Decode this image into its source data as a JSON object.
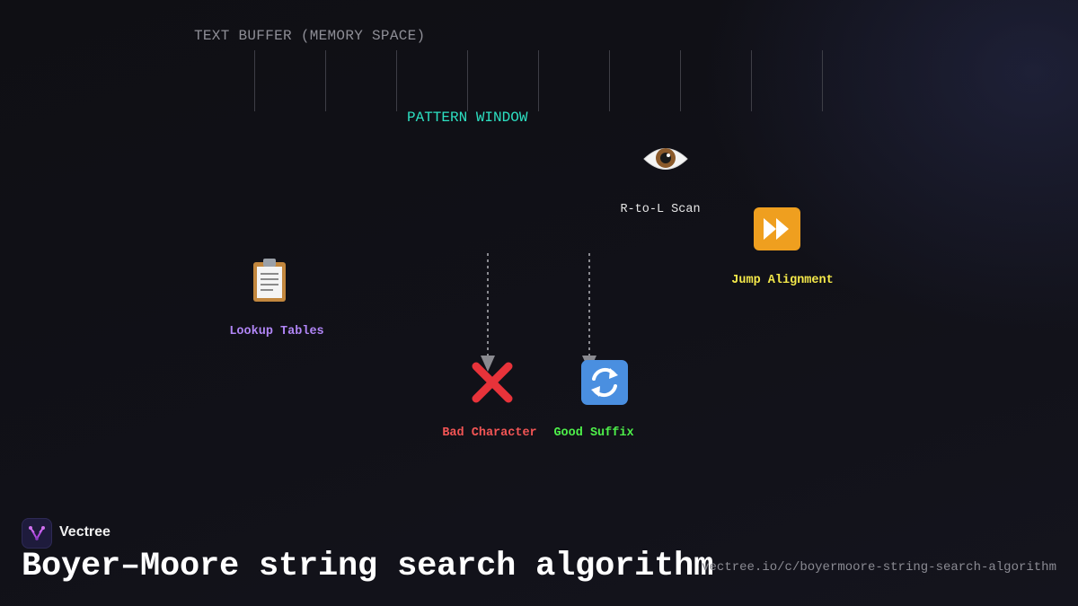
{
  "diagram": {
    "buffer_label": "TEXT BUFFER (MEMORY SPACE)",
    "pattern_label": "PATTERN WINDOW",
    "nodes": {
      "scan": {
        "label": "R-to-L Scan",
        "icon": "eye-icon",
        "color": "#e6e6e6"
      },
      "jump": {
        "label": "Jump Alignment",
        "icon": "fast-forward-icon",
        "color": "#f5e94a"
      },
      "lookup": {
        "label": "Lookup Tables",
        "icon": "clipboard-icon",
        "color": "#b085f5"
      },
      "bad_char": {
        "label": "Bad Character",
        "icon": "cross-mark-icon",
        "color": "#f25555"
      },
      "good_suffix": {
        "label": "Good Suffix",
        "icon": "cycle-arrows-icon",
        "color": "#4ef04a"
      }
    },
    "accent_color": "#2de0c2"
  },
  "footer": {
    "brand": "Vectree",
    "title": "Boyer–Moore string search algorithm",
    "url": "vectree.io/c/boyermoore-string-search-algorithm"
  }
}
